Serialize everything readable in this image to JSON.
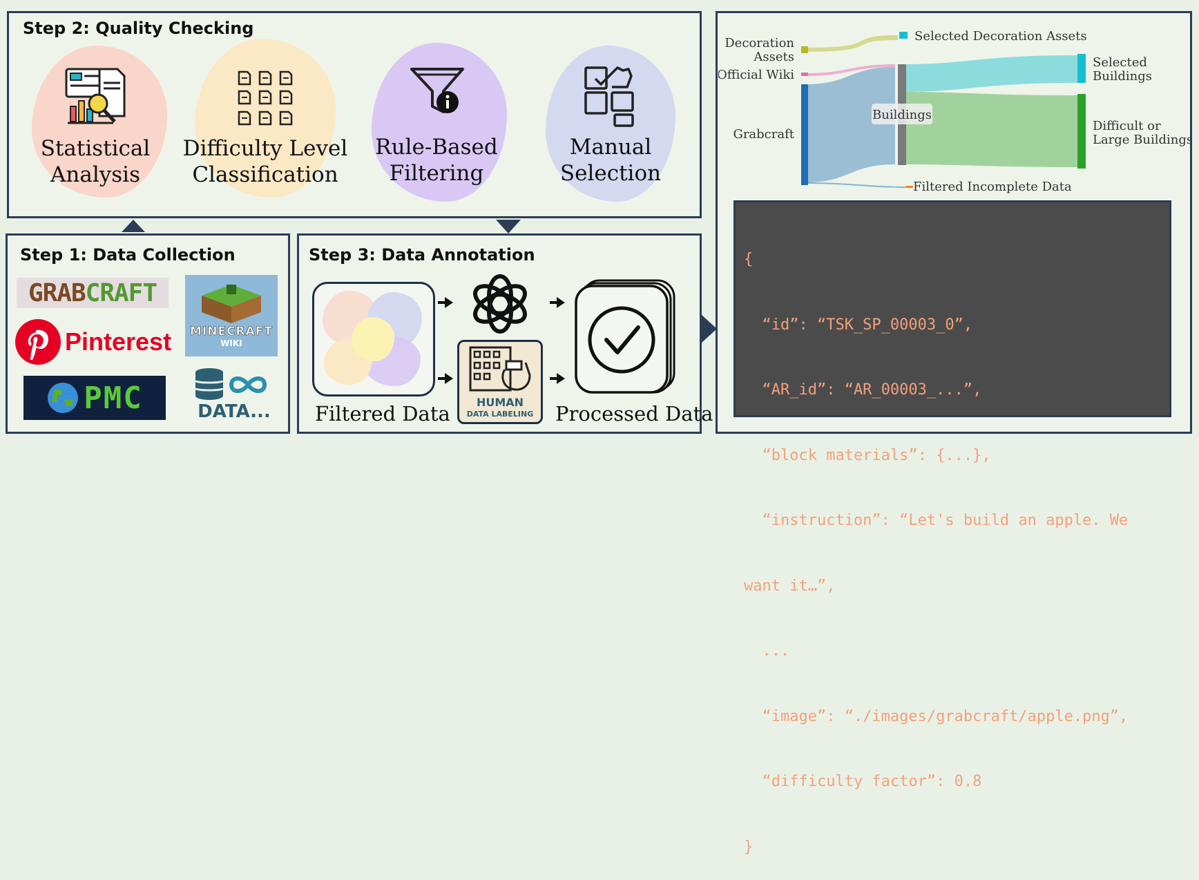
{
  "step2": {
    "title": "Step 2: Quality Checking",
    "items": [
      {
        "line1": "Statistical",
        "line2": "Analysis",
        "icon": "statistics-icon",
        "color": "#f9d6c9"
      },
      {
        "line1": "Difficulty Level",
        "line2": "Classification",
        "icon": "documents-grid-icon",
        "color": "#fbe8c4"
      },
      {
        "line1": "Rule-Based",
        "line2": "Filtering",
        "icon": "filter-icon",
        "color": "#d9c8f4"
      },
      {
        "line1": "Manual",
        "line2": "Selection",
        "icon": "hand-selection-icon",
        "color": "#d4d9f0"
      }
    ]
  },
  "step1": {
    "title": "Step 1:  Data Collection",
    "sources": [
      "GRAB",
      "CRAFT",
      "Pinterest",
      "MINECRAFT",
      "WIKI",
      "PMC",
      "DATA..."
    ]
  },
  "step3": {
    "title": "Step 3: Data Annotation",
    "filtered_label": "Filtered Data",
    "processed_label": "Processed Data",
    "human_label_line1": "HUMAN",
    "human_label_line2": "DATA LABELING"
  },
  "sankey": {
    "sources": [
      "Decoration Assets",
      "Official Wiki",
      "Grabcraft"
    ],
    "middle": "Buildings",
    "targets": [
      "Selected Decoration Assets",
      "Selected Buildings",
      "Difficult or Large Buildings",
      "Filtered Incomplete Data"
    ],
    "colors": {
      "decoration": "#b5b81f",
      "wiki": "#e66bb5",
      "grabcraft": "#1f6fb5",
      "buildings": "#7a7a7a",
      "selected_decoration": "#17becf",
      "selected_buildings": "#17becf",
      "difficult": "#2ca02c",
      "filtered": "#ff7f0e"
    }
  },
  "code": {
    "lines": [
      "{",
      "  “id”: “TSK_SP_00003_0”,",
      "  “AR_id”: “AR_00003_...”,",
      "  “block materials”: {...},",
      "  “instruction”: “Let's build an apple. We",
      "want it…”,",
      "  ...",
      "  “image”: “./images/grabcraft/apple.png”,",
      "  “difficulty factor”: 0.8",
      "}"
    ]
  }
}
